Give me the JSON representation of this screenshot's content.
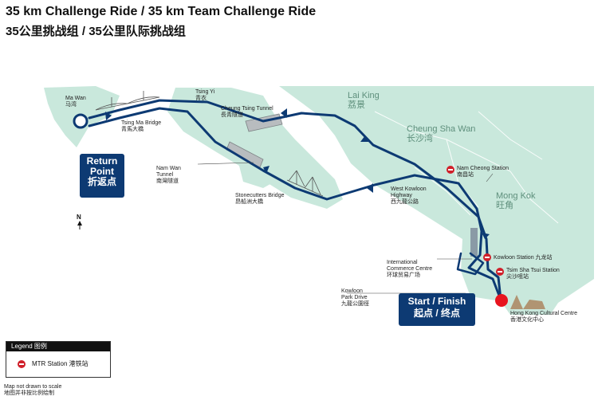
{
  "title": {
    "line1": "35 km Challenge Ride / 35 km Team Challenge Ride",
    "line2": "35公里挑战组 / 35公里队际挑战组"
  },
  "districts": {
    "lai_king": [
      "Lai King",
      "荔景"
    ],
    "cheung_sha_wan": [
      "Cheung Sha Wan",
      "长沙湾"
    ],
    "mong_kok": [
      "Mong Kok",
      "旺角"
    ]
  },
  "places": {
    "ma_wan": [
      "Ma Wan",
      "马湾"
    ],
    "tsing_ma": [
      "Tsing Ma Bridge",
      "青馬大橋"
    ],
    "tsing_yi": [
      "Tsing Yi",
      "青衣"
    ],
    "cheung_tsing": [
      "Cheung Tsing Tunnel",
      "長青隧道"
    ],
    "nam_wan": [
      "Nam Wan",
      "Tunnel",
      "南灣隧道"
    ],
    "stonecutters": [
      "Stonecutters Bridge",
      "昂船洲大橋"
    ],
    "wk_highway": [
      "West Kowloon",
      "Highway",
      "西九龍公路"
    ],
    "icc": [
      "International",
      "Commerce Centre",
      "环球贸易广场"
    ],
    "kp_drive": [
      "Kowloon",
      "Park Drive",
      "九龍公園徑"
    ],
    "hkcc": [
      "Hong Kong Cultural Centre",
      "香港文化中心"
    ]
  },
  "stations": {
    "nam_cheong": [
      "Nam Cheong Station",
      "南昌站"
    ],
    "kowloon": "Kowloon Station 九龙站",
    "tsim_sha_tsui": [
      "Tsim Sha Tsui Station",
      "尖沙咀站"
    ]
  },
  "callouts": {
    "return_point": [
      "Return",
      "Point",
      "折返点"
    ],
    "start_finish": [
      "Start / Finish",
      "起点 / 终点"
    ]
  },
  "compass": "N",
  "legend": {
    "heading": "Legend 图例",
    "mtr_label": "MTR Station 港铁站"
  },
  "note": [
    "Map not drawn to scale",
    "地图并非按比例绘制"
  ],
  "colors": {
    "land": "#c9e8dc",
    "route": "#0d3a73",
    "mtr": "#d0202a",
    "start_marker": "#e8141e",
    "callout_bg": "#0d3a73"
  }
}
